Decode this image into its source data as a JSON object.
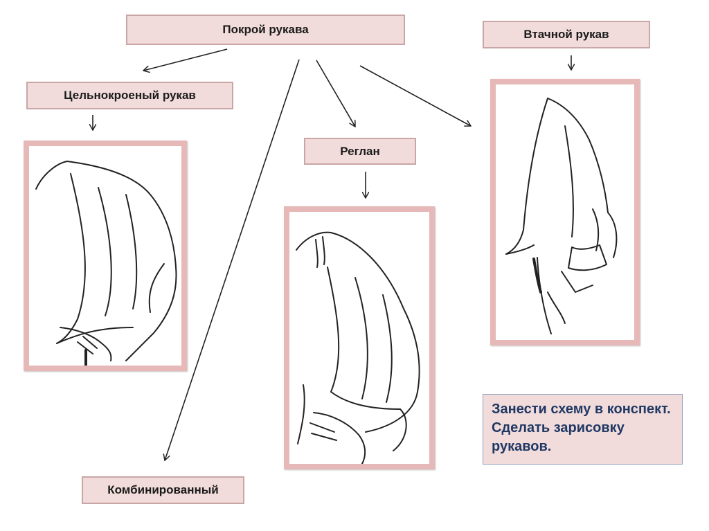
{
  "diagram": {
    "root": "Покрой рукава",
    "types": {
      "one_piece": "Цельнокроеный рукав",
      "raglan": "Реглан",
      "set_in": "Втачной рукав",
      "combined": "Комбинированный"
    },
    "note": "Занести схему в конспект. Сделать зарисовку рукавов."
  },
  "colors": {
    "box_fill": "#f2dcdb",
    "box_border": "#c9a6a6",
    "frame": "#e6b9b8",
    "note_text": "#1f3864"
  }
}
